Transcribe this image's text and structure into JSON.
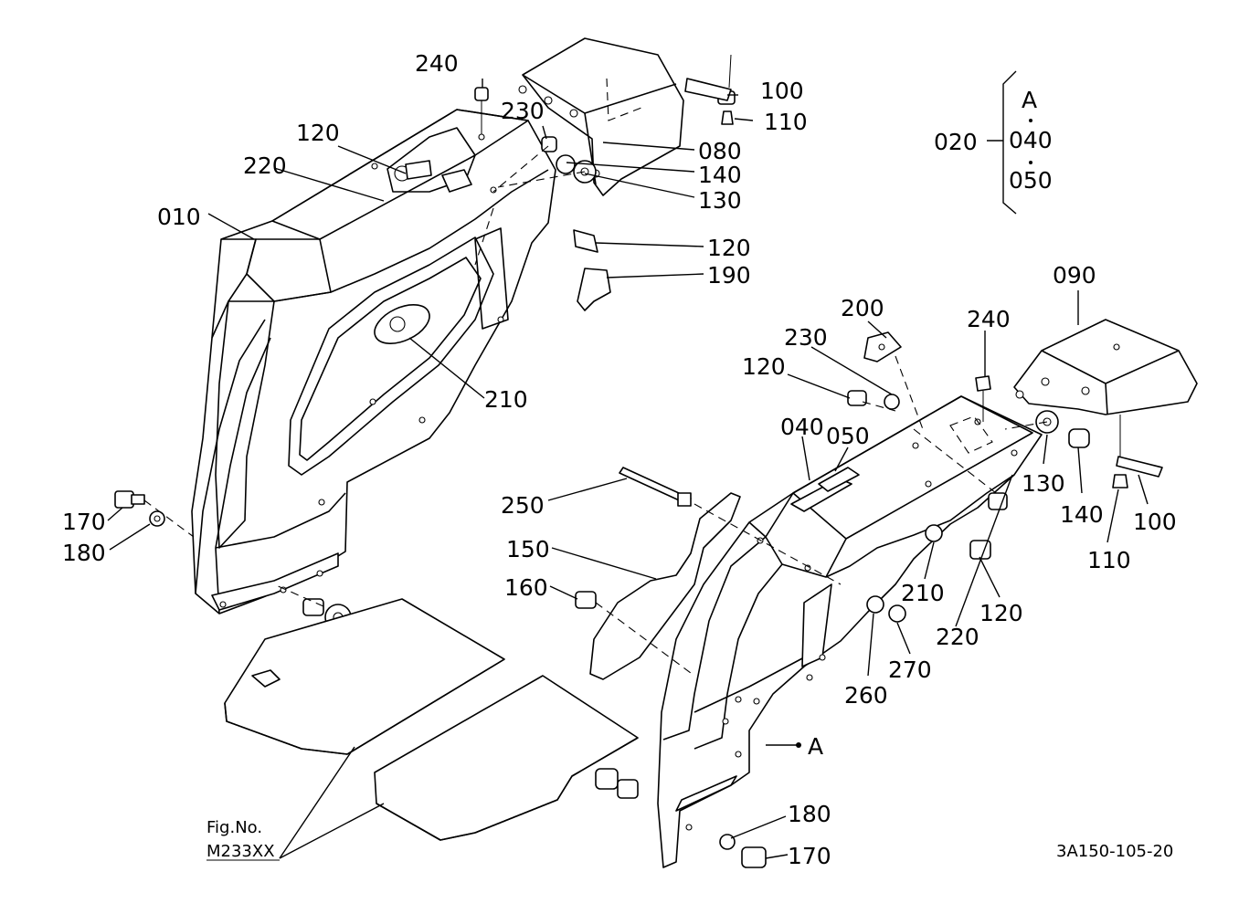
{
  "callouts": {
    "c240a": "240",
    "c230a": "230",
    "c100a": "100",
    "c110a": "110",
    "c120a": "120",
    "c080": "080",
    "c220a": "220",
    "c140a": "140",
    "c130a": "130",
    "c010": "010",
    "c120b": "120",
    "c190": "190",
    "c210a": "210",
    "c170a": "170",
    "c180a": "180",
    "c090": "090",
    "c200": "200",
    "c240b": "240",
    "c230b": "230",
    "c120c": "120",
    "c040": "040",
    "c050": "050",
    "c130b": "130",
    "c140b": "140",
    "c100b": "100",
    "c110b": "110",
    "c250": "250",
    "c150": "150",
    "c160": "160",
    "c210b": "210",
    "c220b": "220",
    "c120d": "120",
    "c260": "260",
    "c270": "270",
    "cA": "A",
    "c180b": "180",
    "c170b": "170"
  },
  "legend": {
    "assembly": "020",
    "ref": "A",
    "item1": "040",
    "item2": "050"
  },
  "figure": {
    "caption_line1": "Fig.No.",
    "caption_line2": "M233XX",
    "drawing_number": "3A150-105-20"
  }
}
